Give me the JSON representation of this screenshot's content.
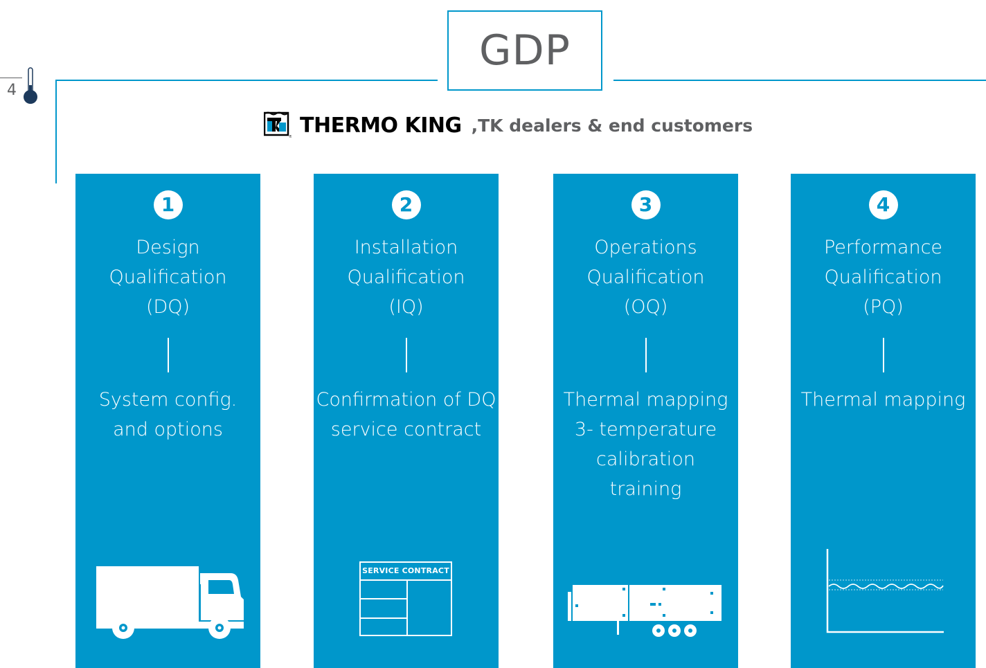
{
  "header": {
    "title": "GDP",
    "page_number": "4"
  },
  "subtitle": {
    "brand": "THERMO KING",
    "text": ",TK dealers & end customers"
  },
  "colors": {
    "accent": "#0097cb",
    "text_gray": "#5f6062",
    "white": "#ffffff"
  },
  "columns": [
    {
      "number": "1",
      "title_lines": [
        "Design",
        "Qualification",
        "(DQ)"
      ],
      "desc_lines": [
        "System config.",
        "and options"
      ],
      "icon": "truck-icon"
    },
    {
      "number": "2",
      "title_lines": [
        "Installation",
        "Qualification",
        "(IQ)"
      ],
      "desc_lines": [
        "Confirmation of DQ",
        "service contract"
      ],
      "icon": "service-contract-icon",
      "icon_label": "SERVICE CONTRACT"
    },
    {
      "number": "3",
      "title_lines": [
        "Operations",
        "Qualification",
        "(OQ)"
      ],
      "desc_lines": [
        "Thermal mapping",
        "3- temperature",
        "calibration",
        "training"
      ],
      "icon": "trailer-icon"
    },
    {
      "number": "4",
      "title_lines": [
        "Performance",
        "Qualification",
        "(PQ)"
      ],
      "desc_lines": [
        "Thermal mapping"
      ],
      "icon": "thermal-graph-icon"
    }
  ]
}
